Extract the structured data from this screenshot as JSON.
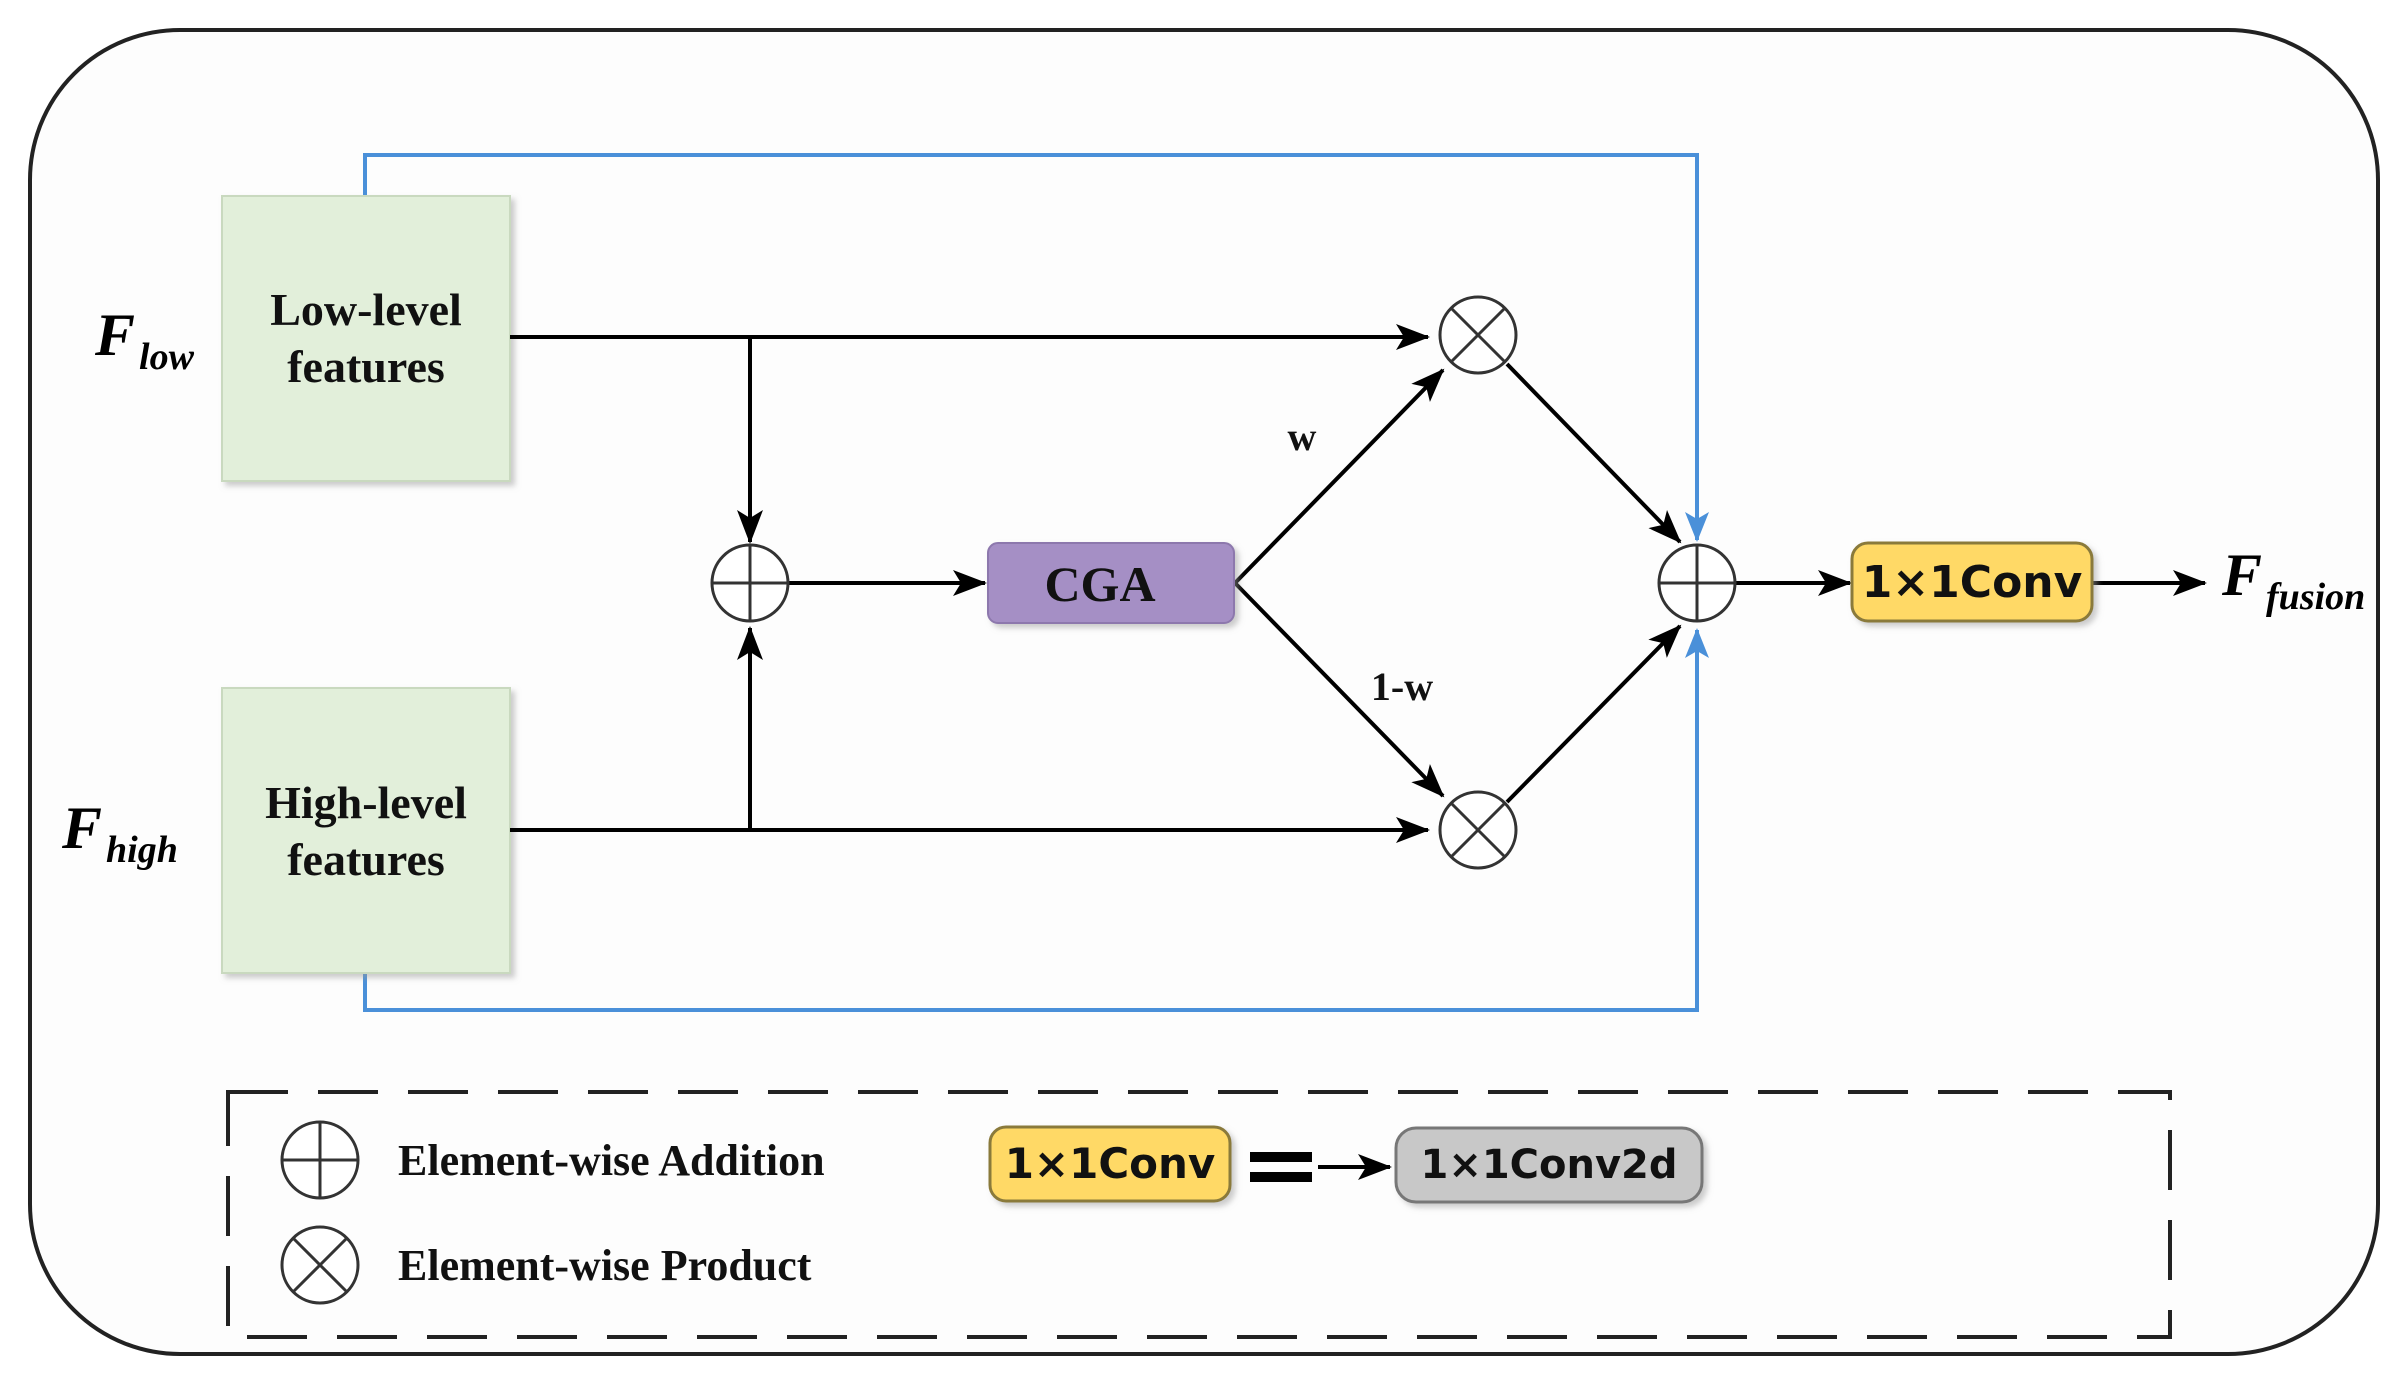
{
  "inputs": {
    "low": {
      "symbol": "F",
      "subscript": "low",
      "box_line1": "Low-level",
      "box_line2": "features"
    },
    "high": {
      "symbol": "F",
      "subscript": "high",
      "box_line1": "High-level",
      "box_line2": "features"
    }
  },
  "cga_label": "CGA",
  "weights": {
    "w": "w",
    "one_minus_w": "1-w"
  },
  "conv_label": "1×1Conv",
  "output": {
    "symbol": "F",
    "subscript": "fusion"
  },
  "legend": {
    "addition": "Element-wise Addition",
    "product": "Element-wise Product",
    "conv": "1×1Conv",
    "equals": "=",
    "conv2d": "1×1Conv2d"
  },
  "colors": {
    "feature_box": "#e2efda",
    "cga_box": "#a58fc5",
    "conv_box": "#ffd966",
    "conv2d_box": "#c8c8c8",
    "skip_line": "#4a90d9"
  }
}
